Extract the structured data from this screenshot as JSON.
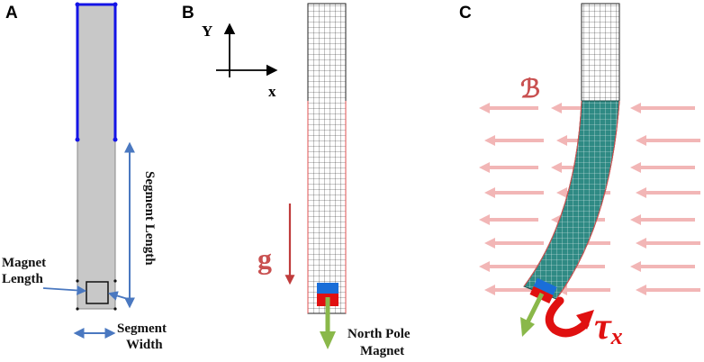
{
  "panels": {
    "a": {
      "letter": "A",
      "labels": {
        "segment_length": "Segment Length",
        "magnet_length_1": "Magnet",
        "magnet_length_2": "Length",
        "segment_width_1": "Segment",
        "segment_width_2": "Width"
      }
    },
    "b": {
      "letter": "B",
      "axis_y": "Y",
      "axis_x": "x",
      "gravity_symbol": "g",
      "north_pole_1": "North Pole",
      "north_pole_2": "Magnet"
    },
    "c": {
      "letter": "C",
      "field_symbol": "ℬ",
      "torque_symbol": "τ",
      "torque_subscript": "x"
    }
  },
  "colors": {
    "outline_blue": "#1414e6",
    "dimension_arrow": "#4a78c0",
    "gravity_arrow": "#c03c3c",
    "field_arrows": "#f2b6b6",
    "magnet_north": "#1a6ed8",
    "magnet_south": "#e01010",
    "magnetization_arrow": "#8ab84a",
    "mesh_fill": "#2f8a84",
    "torque_red": "#e01010"
  }
}
